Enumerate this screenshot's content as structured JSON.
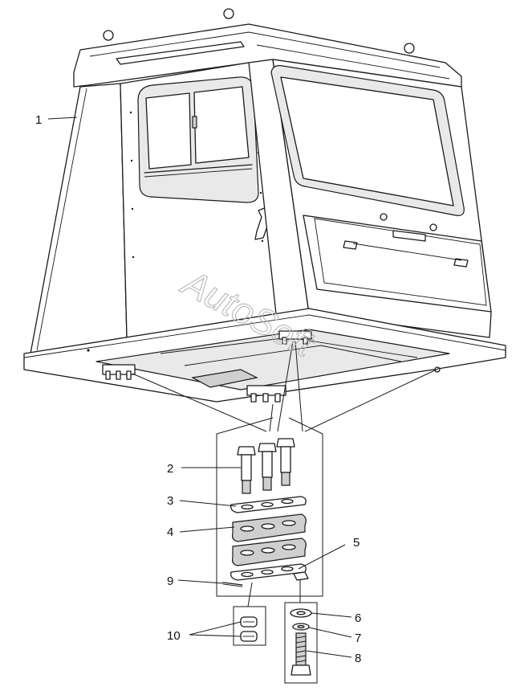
{
  "callouts": [
    {
      "id": "1",
      "text": "1"
    },
    {
      "id": "2",
      "text": "2"
    },
    {
      "id": "3",
      "text": "3"
    },
    {
      "id": "4",
      "text": "4"
    },
    {
      "id": "5",
      "text": "5"
    },
    {
      "id": "6",
      "text": "6"
    },
    {
      "id": "7",
      "text": "7"
    },
    {
      "id": "8",
      "text": "8"
    },
    {
      "id": "9",
      "text": "9"
    },
    {
      "id": "10",
      "text": "10"
    }
  ],
  "watermark": "AutoSoft",
  "colors": {
    "line": "#1a1a1a",
    "background": "#ffffff",
    "watermark": "#b8b8b8"
  }
}
